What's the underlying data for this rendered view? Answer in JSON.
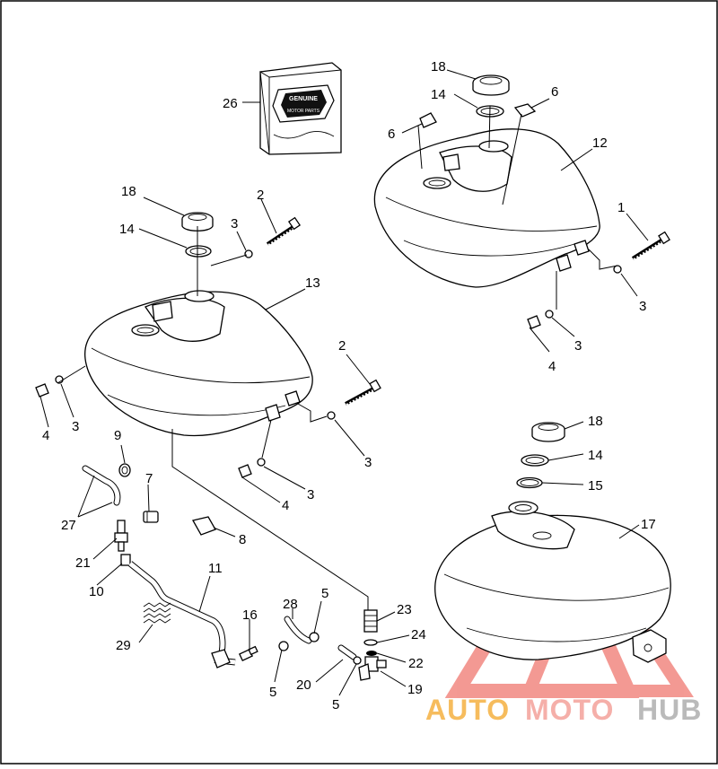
{
  "diagram": {
    "callouts": [
      {
        "id": "c26",
        "text": "26"
      },
      {
        "id": "c18a",
        "text": "18"
      },
      {
        "id": "c14a",
        "text": "14"
      },
      {
        "id": "c6a",
        "text": "6"
      },
      {
        "id": "c6b",
        "text": "6"
      },
      {
        "id": "c12",
        "text": "12"
      },
      {
        "id": "c1",
        "text": "1"
      },
      {
        "id": "c3a",
        "text": "3"
      },
      {
        "id": "c3b",
        "text": "3"
      },
      {
        "id": "c4a",
        "text": "4"
      },
      {
        "id": "c18b",
        "text": "18"
      },
      {
        "id": "c14b",
        "text": "14"
      },
      {
        "id": "c2a",
        "text": "2"
      },
      {
        "id": "c3c",
        "text": "3"
      },
      {
        "id": "c13",
        "text": "13"
      },
      {
        "id": "c2b",
        "text": "2"
      },
      {
        "id": "c4b",
        "text": "4"
      },
      {
        "id": "c3d",
        "text": "3"
      },
      {
        "id": "c3e",
        "text": "3"
      },
      {
        "id": "c3f",
        "text": "3"
      },
      {
        "id": "c4c",
        "text": "4"
      },
      {
        "id": "c9",
        "text": "9"
      },
      {
        "id": "c7",
        "text": "7"
      },
      {
        "id": "c27",
        "text": "27"
      },
      {
        "id": "c8",
        "text": "8"
      },
      {
        "id": "c21",
        "text": "21"
      },
      {
        "id": "c11",
        "text": "11"
      },
      {
        "id": "c10",
        "text": "10"
      },
      {
        "id": "c28",
        "text": "28"
      },
      {
        "id": "c5a",
        "text": "5"
      },
      {
        "id": "c16",
        "text": "16"
      },
      {
        "id": "c29",
        "text": "29"
      },
      {
        "id": "c23",
        "text": "23"
      },
      {
        "id": "c24",
        "text": "24"
      },
      {
        "id": "c22",
        "text": "22"
      },
      {
        "id": "c19",
        "text": "19"
      },
      {
        "id": "c20",
        "text": "20"
      },
      {
        "id": "c5b",
        "text": "5"
      },
      {
        "id": "c5c",
        "text": "5"
      },
      {
        "id": "c18c",
        "text": "18"
      },
      {
        "id": "c14c",
        "text": "14"
      },
      {
        "id": "c15",
        "text": "15"
      },
      {
        "id": "c17",
        "text": "17"
      }
    ],
    "package_label": {
      "top": "GENUINE",
      "bottom": "MOTOR PARTS"
    },
    "watermark": {
      "part1": "AUTO",
      "part2": "MOTO",
      "part3": "HUB",
      "color1": "#f5b041",
      "color2": "#f4a6a0",
      "color3": "#b3b3b3",
      "logo_color": "#f07870"
    },
    "colors": {
      "ink": "#000000",
      "paper": "#ffffff"
    }
  }
}
